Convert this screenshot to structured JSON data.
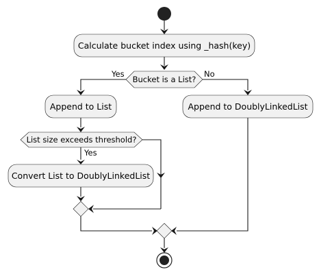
{
  "diagram": {
    "actions": {
      "calc": "Calculate bucket index using _hash(key)",
      "append_list": "Append to List",
      "convert": "Convert List to DoublyLinkedList",
      "append_dll": "Append to DoublyLinkedList"
    },
    "decisions": {
      "is_list": "Bucket is a List?",
      "threshold": "List size exceeds threshold?"
    },
    "branches": {
      "is_list_yes": "Yes",
      "is_list_no": "No",
      "threshold_yes": "Yes"
    }
  }
}
